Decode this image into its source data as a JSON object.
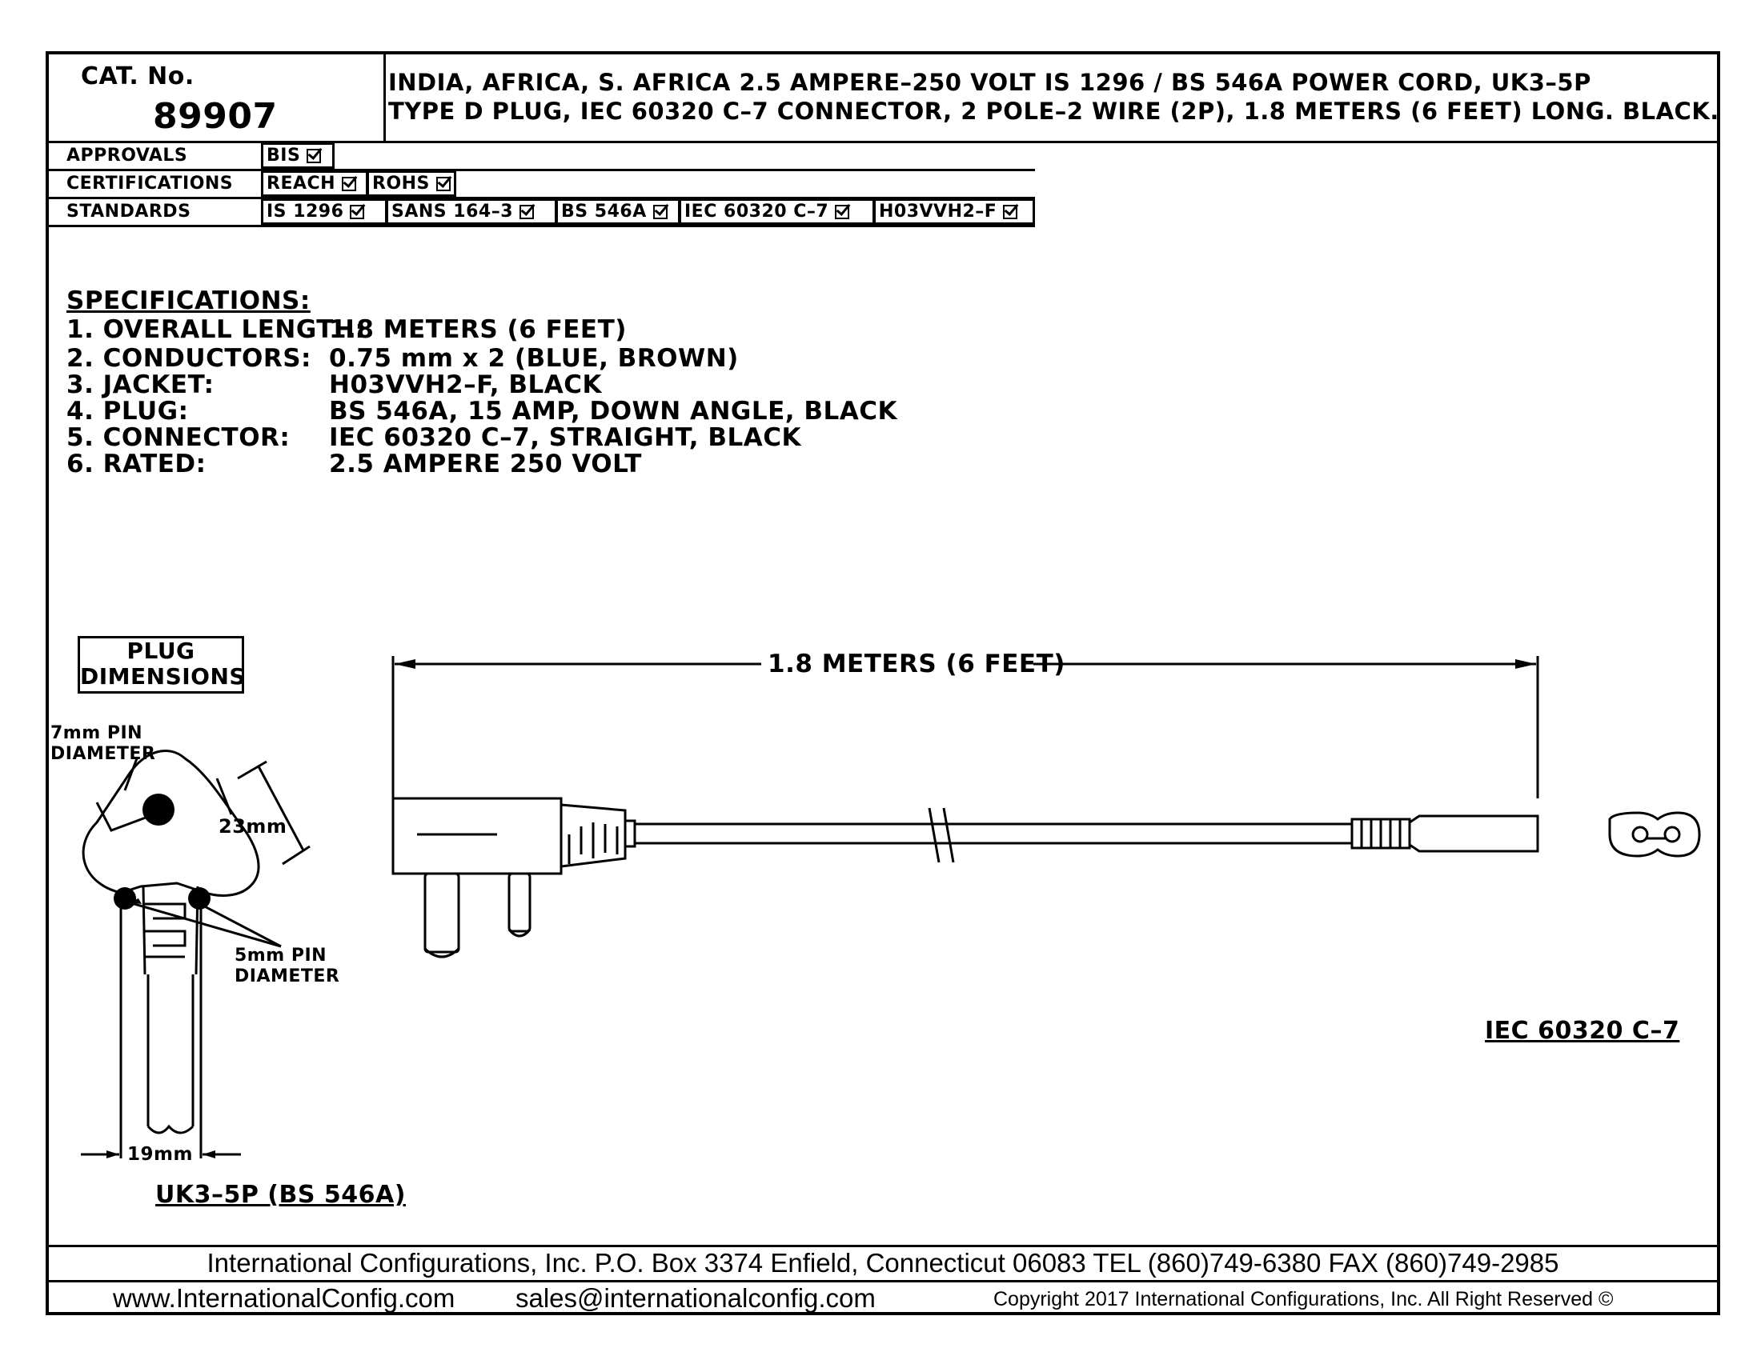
{
  "header": {
    "cat_label": "CAT.  No.",
    "cat_number": "89907",
    "title_line1": "INDIA, AFRICA, S. AFRICA 2.5 AMPERE–250 VOLT IS 1296 / BS 546A POWER CORD, UK3–5P",
    "title_line2": "TYPE D PLUG, IEC 60320 C–7 CONNECTOR, 2 POLE–2 WIRE (2P), 1.8 METERS (6 FEET) LONG. BLACK."
  },
  "compliance": {
    "approvals": {
      "label": "APPROVALS",
      "items": [
        "BIS"
      ]
    },
    "certifications": {
      "label": "CERTIFICATIONS",
      "items": [
        "REACH",
        "ROHS"
      ]
    },
    "standards": {
      "label": "STANDARDS",
      "items": [
        "IS 1296",
        "SANS 164–3",
        "BS 546A",
        "IEC 60320 C–7",
        "H03VVH2–F"
      ]
    }
  },
  "specifications": {
    "heading": "SPECIFICATIONS:",
    "items": [
      {
        "label": "1. OVERALL LENGTH:",
        "value": "1.8 METERS (6 FEET)"
      },
      {
        "label": "2. CONDUCTORS:",
        "value": "0.75 mm x 2 (BLUE, BROWN)"
      },
      {
        "label": "3. JACKET:",
        "value": "H03VVH2–F, BLACK"
      },
      {
        "label": "4. PLUG:",
        "value": "BS 546A, 15 AMP, DOWN ANGLE, BLACK"
      },
      {
        "label": "5. CONNECTOR:",
        "value": "IEC 60320 C–7, STRAIGHT, BLACK"
      },
      {
        "label": "6. RATED:",
        "value": "2.5 AMPERE 250 VOLT"
      }
    ]
  },
  "plug_dimensions": {
    "box_line1": "PLUG",
    "box_line2": "DIMENSIONS",
    "pin7_line1": "7mm PIN",
    "pin7_line2": "DIAMETER",
    "dim_23": "23mm",
    "pin5_line1": "5mm PIN",
    "pin5_line2": "DIAMETER",
    "dim_19": "19mm",
    "caption": "UK3–5P (BS 546A)"
  },
  "cord_drawing": {
    "length_label": "1.8 METERS (6 FEET)",
    "connector_caption": "IEC 60320 C–7"
  },
  "footer": {
    "line1": "International Configurations, Inc.   P.O. Box 3374   Enfield, Connecticut 06083   TEL (860)749-6380   FAX (860)749-2985",
    "website": "www.InternationalConfig.com",
    "email": "sales@internationalconfig.com",
    "copyright": "Copyright 2017 International Configurations, Inc. All Right Reserved ©"
  }
}
